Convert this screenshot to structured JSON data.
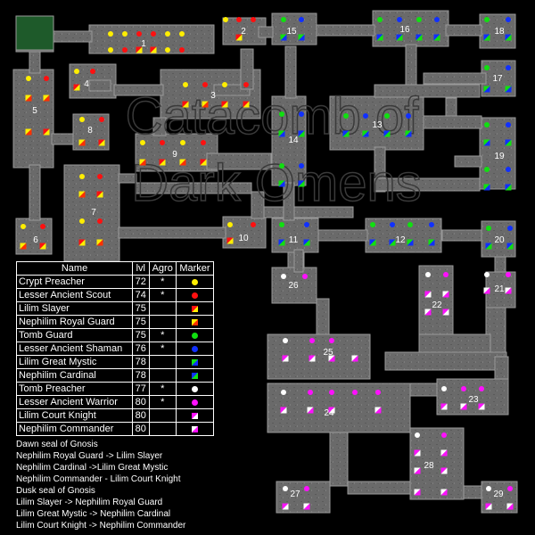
{
  "map": {
    "title_line1": "Catacomb of",
    "title_line2": "Dark Omens",
    "room_numbers": [
      "1",
      "2",
      "3",
      "4",
      "5",
      "6",
      "7",
      "8",
      "9",
      "10",
      "11",
      "12",
      "13",
      "14",
      "15",
      "16",
      "17",
      "18",
      "19",
      "20",
      "21",
      "22",
      "23",
      "24",
      "25",
      "26",
      "27",
      "28",
      "29"
    ],
    "colors": {
      "background": "#000000",
      "floor": "#6a6a6a",
      "entrance": "#1e5a2a",
      "title_text": "#2a2a2a"
    }
  },
  "legend": {
    "headers": {
      "name": "Name",
      "lvl": "lvl",
      "agro": "Agro",
      "marker": "Marker"
    },
    "rows": [
      {
        "name": "Crypt Preacher",
        "lvl": "72",
        "agro": "*",
        "marker": "yellow-dot"
      },
      {
        "name": "Lesser Ancient Scout",
        "lvl": "74",
        "agro": "*",
        "marker": "red-dot"
      },
      {
        "name": "Lilim Slayer",
        "lvl": "75",
        "agro": "",
        "marker": "red-yellow-square"
      },
      {
        "name": "Nephilim Royal Guard",
        "lvl": "75",
        "agro": "",
        "marker": "orange-yellow-square"
      },
      {
        "name": "Tomb Guard",
        "lvl": "75",
        "agro": "*",
        "marker": "green-dot"
      },
      {
        "name": "Lesser Ancient Shaman",
        "lvl": "76",
        "agro": "*",
        "marker": "blue-dot"
      },
      {
        "name": "Lilim Great Mystic",
        "lvl": "78",
        "agro": "",
        "marker": "green-blue-square"
      },
      {
        "name": "Nephilim Cardinal",
        "lvl": "78",
        "agro": "",
        "marker": "blue-green-square"
      },
      {
        "name": "Tomb Preacher",
        "lvl": "77",
        "agro": "*",
        "marker": "white-dot"
      },
      {
        "name": "Lesser Ancient Warrior",
        "lvl": "80",
        "agro": "*",
        "marker": "magenta-dot"
      },
      {
        "name": "Lilim Court Knight",
        "lvl": "80",
        "agro": "",
        "marker": "magenta-white-square"
      },
      {
        "name": "Nephilim Commander",
        "lvl": "80",
        "agro": "",
        "marker": "white-magenta-square"
      }
    ]
  },
  "notes": [
    "Dawn seal of Gnosis",
    "Nephilim Royal Guard -> Lilim Slayer",
    "Nephilim Cardinal ->Lilim Great Mystic",
    "Nephilim Commander - Lilim Court Knight",
    "Dusk seal of Gnosis",
    "Lilim Slayer  -> Nephilim Royal Guard",
    "Lilim Great Mystic -> Nephilim Cardinal",
    "Lilim Court Knight -> Nephilim Commander"
  ]
}
